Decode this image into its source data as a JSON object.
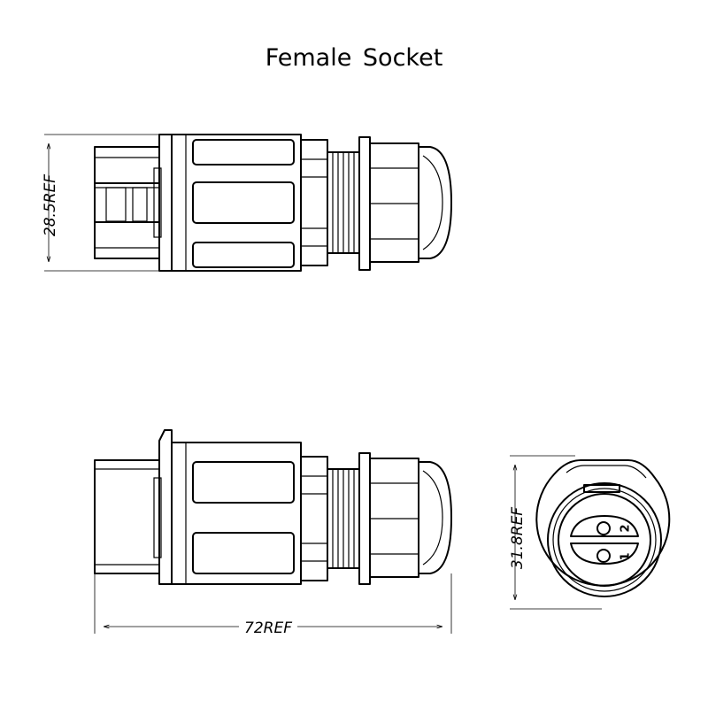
{
  "title": "Female  Socket",
  "dimensions": {
    "height_top": "28.5REF",
    "length_total": "72REF",
    "diameter_front": "31.8REF"
  },
  "pins": [
    "2",
    "1"
  ]
}
